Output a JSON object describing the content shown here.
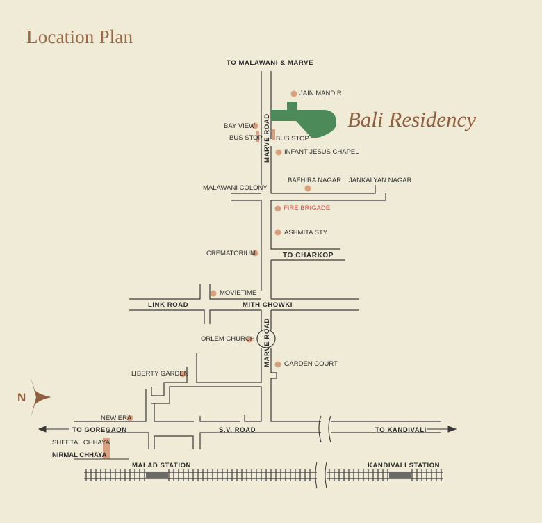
{
  "title": "Location Plan",
  "brand": "Bali Residency",
  "north_letter": "N",
  "colors": {
    "background": "#efebd7",
    "road_line": "#3a3a3a",
    "landmark_dot": "#d9a07e",
    "site_fill": "#4d8a5a",
    "title_color": "#9a6a48",
    "highlight_red": "#e0453b",
    "rail_dark": "#6a6a6a"
  },
  "roads": {
    "to_malawani": "TO MALAWANI & MARVE",
    "marve_road_upper": "MARVE ROAD",
    "marve_road_lower": "MARVE ROAD",
    "to_charkop": "TO CHARKOP",
    "link_road": "LINK ROAD",
    "mith_chowki": "MITH CHOWKI",
    "sv_road": "S.V. ROAD",
    "to_goregaon": "TO GOREGAON",
    "to_kandivali": "TO KANDIVALI"
  },
  "landmarks": {
    "jain_mandir": "JAIN MANDIR",
    "bay_view": "BAY VIEW",
    "bus_stop_left": "BUS STOP",
    "bus_stop_right": "BUS STOP",
    "infant_jesus": "INFANT JESUS CHAPEL",
    "malawani_colony": "MALAWANI COLONY",
    "bafhira_nagar": "BAFHIRA NAGAR",
    "jankalyan_nagar": "JANKALYAN NAGAR",
    "fire_brigade": "FIRE BRIGADE",
    "ashmita": "ASHMITA STY.",
    "crematorium": "CREMATORIUM",
    "movietime": "MOVIETIME",
    "orlem_church": "ORLEM CHURCH",
    "garden_court": "GARDEN COURT",
    "liberty_garden": "LIBERTY GARDEN",
    "new_era": "NEW ERA",
    "sheetal_chhaya": "SHEETAL CHHAYA",
    "nirmal_chhaya": "NIRMAL CHHAYA"
  },
  "stations": {
    "malad": "MALAD STATION",
    "kandivali": "KANDIVALI STATION"
  }
}
